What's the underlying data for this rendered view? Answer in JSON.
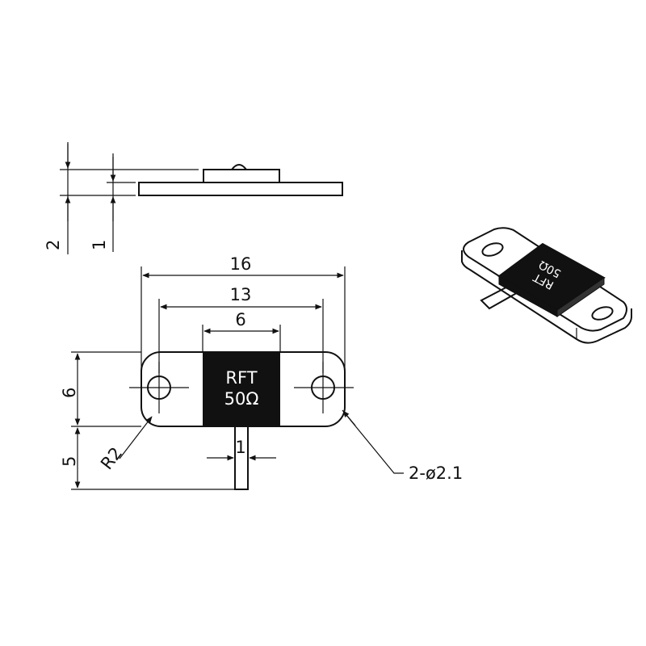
{
  "dimensions": {
    "total_height": "2",
    "flange_height": "1",
    "overall_length": "16",
    "hole_spacing": "13",
    "chip_width": "6",
    "body_height": "6",
    "lead_length": "5",
    "lead_width": "1",
    "corner_radius": "R2",
    "holes": "2-ø2.1"
  },
  "component": {
    "label_line1": "RFT",
    "label_line2": "50Ω"
  },
  "colors": {
    "line": "#111111",
    "chip": "#111111",
    "background": "#ffffff"
  }
}
